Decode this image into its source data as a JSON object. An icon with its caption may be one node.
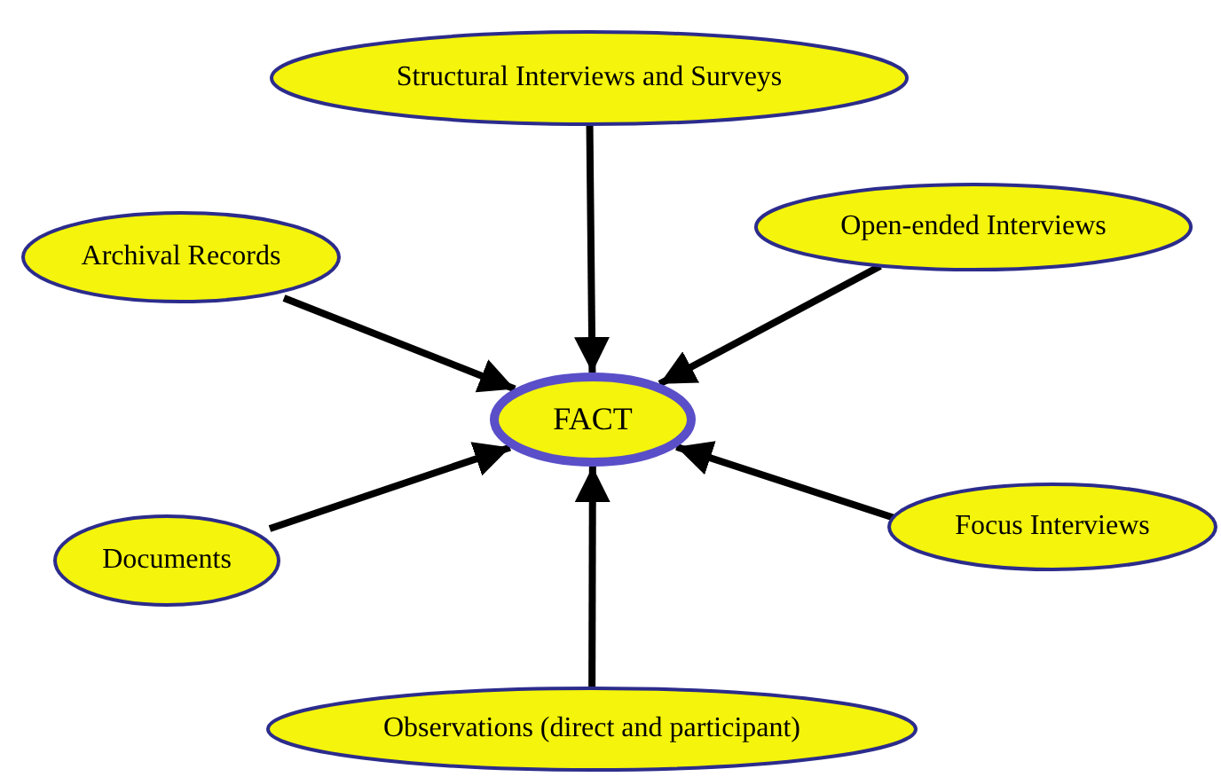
{
  "diagram": {
    "nodes": [
      {
        "text": [
          "Structural Interviews and Surveys"
        ]
      },
      {
        "text": [
          "Archival Records"
        ]
      },
      {
        "text": [
          "Open-ended Interviews"
        ]
      },
      {
        "text": [
          "FACT"
        ]
      },
      {
        "text": [
          "Documents"
        ]
      },
      {
        "text": [
          "Focus Interviews"
        ]
      },
      {
        "text": [
          "Observations (direct and participant)"
        ]
      }
    ],
    "edges": [
      {
        "from": 0,
        "to": 3,
        "arrow": "to"
      },
      {
        "from": 1,
        "to": 3,
        "arrow": "to"
      },
      {
        "from": 2,
        "to": 3,
        "arrow": "to"
      },
      {
        "from": 4,
        "to": 3,
        "arrow": "to"
      },
      {
        "from": 5,
        "to": 3,
        "arrow": "to"
      },
      {
        "from": 6,
        "to": 3,
        "arrow": "to"
      }
    ]
  }
}
